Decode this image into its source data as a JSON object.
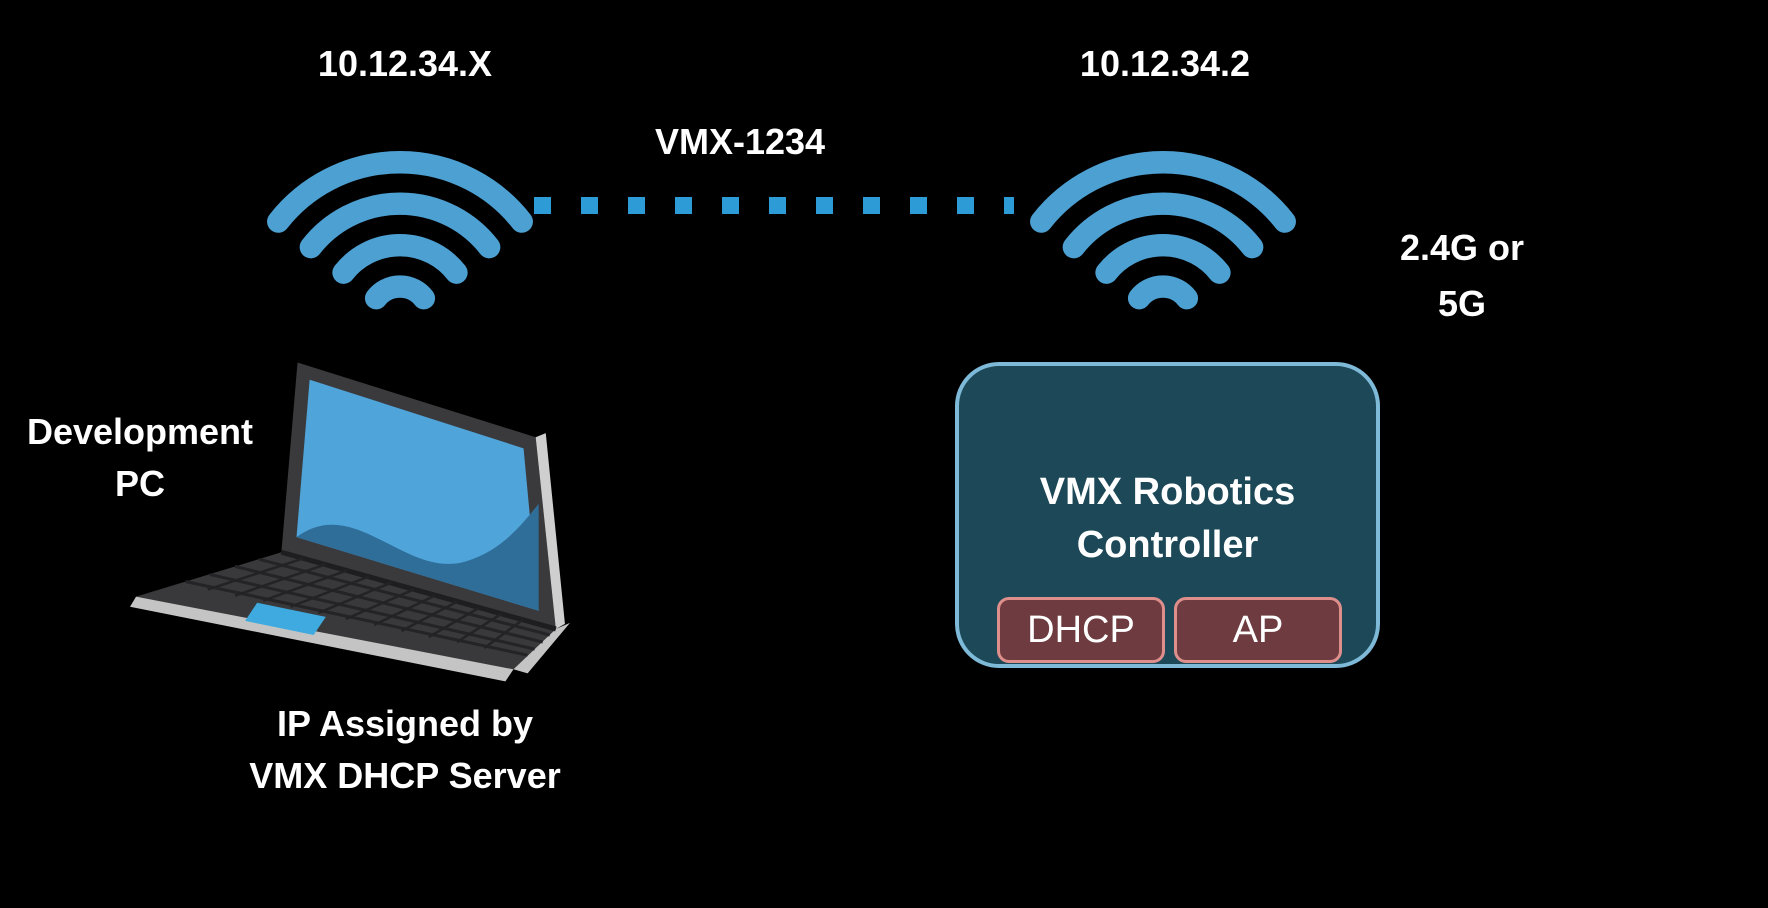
{
  "colors": {
    "background": "#000000",
    "text": "#ffffff",
    "wifi_blue": "#4DA0D2",
    "dot_blue": "#2D9BD6",
    "controller_fill": "#1C4857",
    "controller_border": "#7EB9D8",
    "badge_fill": "#6E3C40",
    "badge_border": "#DE8F8C",
    "laptop_screen_blue": "#4FA4DA",
    "laptop_screen_wave": "#2F6E99",
    "laptop_body": "#39393B",
    "touchpad_blue": "#3FAADF"
  },
  "nodes": {
    "dev_pc": {
      "label_line1": "Development",
      "label_line2": "PC",
      "wifi_ip": "10.12.34.X",
      "caption_line1": "IP Assigned by",
      "caption_line2": "VMX DHCP Server"
    },
    "controller": {
      "wifi_ip": "10.12.34.2",
      "title_line1": "VMX Robotics",
      "title_line2": "Controller",
      "badges": [
        "DHCP",
        "AP"
      ],
      "band_line1": "2.4G or",
      "band_line2": "5G"
    },
    "link": {
      "ssid": "VMX-1234"
    }
  },
  "icons": {
    "left_wifi": "wifi-signal",
    "right_wifi": "wifi-signal",
    "laptop": "laptop-computer"
  }
}
